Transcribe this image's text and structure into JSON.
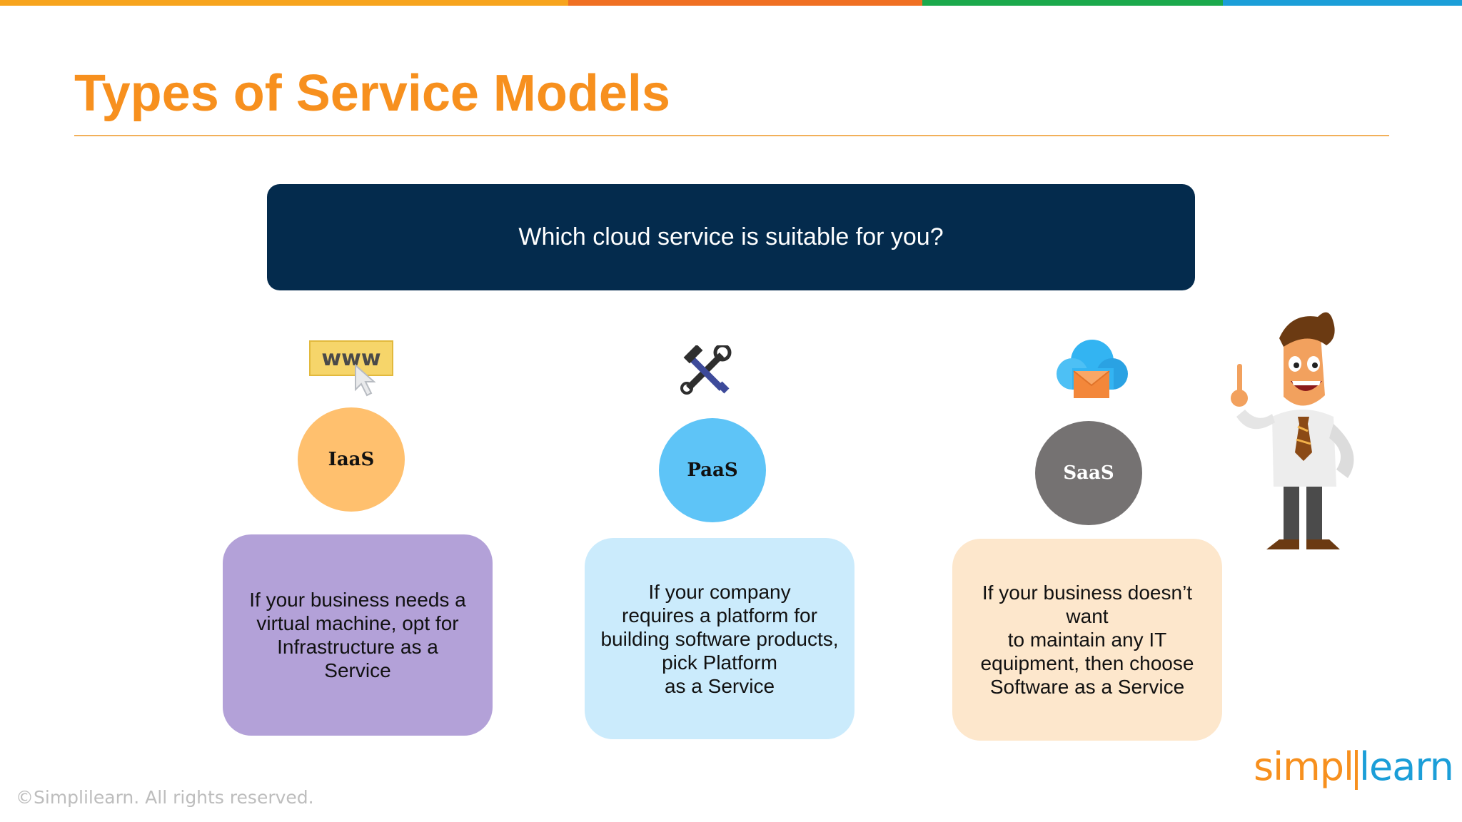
{
  "header": {
    "accent_colors": [
      "#F7A41D",
      "#F07023",
      "#1BA94C",
      "#1B9ED8"
    ],
    "title": "Types of Service Models",
    "title_color": "#F7901E"
  },
  "question": {
    "text": "Which cloud service is suitable for you?",
    "background": "#042B4D"
  },
  "models": [
    {
      "icon": "www-cursor-icon",
      "label": "IaaS",
      "circle_color": "#FFC06E",
      "label_color": "#111111",
      "card_color": "#B3A1D8",
      "description": "If your business needs a\nvirtual machine, opt for\nInfrastructure as a\nService"
    },
    {
      "icon": "hammer-wrench-icon",
      "label": "PaaS",
      "circle_color": "#5EC4F7",
      "label_color": "#111111",
      "card_color": "#CBEBFC",
      "description": "If your company\nrequires a platform for\nbuilding software products,\npick Platform\nas a Service"
    },
    {
      "icon": "cloud-mail-icon",
      "label": "SaaS",
      "circle_color": "#757272",
      "label_color": "#ffffff",
      "card_color": "#FDE7CC",
      "description": "If your business doesn’t want\nto maintain any IT\nequipment, then choose\nSoftware as a Service"
    }
  ],
  "mascot": {
    "icon": "businessman-mascot-icon"
  },
  "footer": {
    "copyright": "©Simplilearn. All rights reserved.",
    "logo_left": "simpl",
    "logo_right": "learn"
  }
}
